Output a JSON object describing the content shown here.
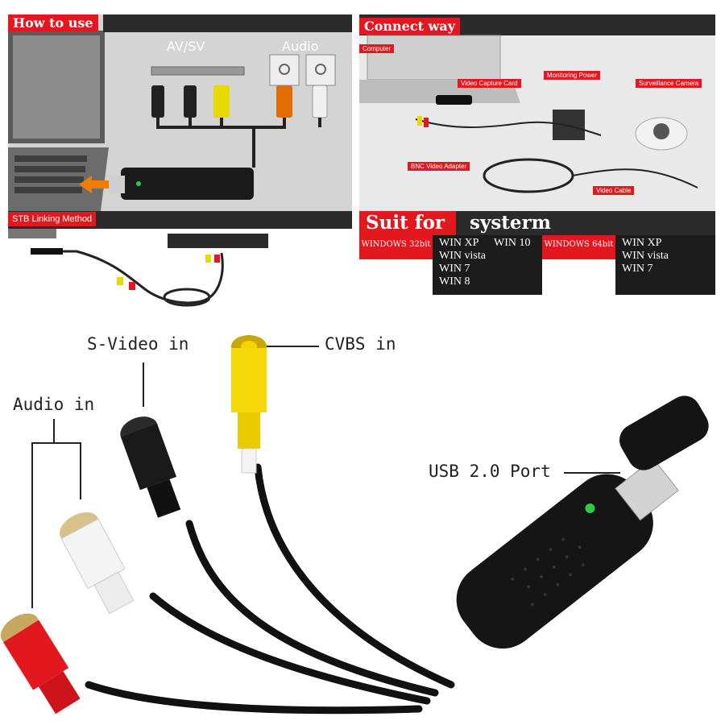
{
  "how_to_use": {
    "title": "How to use",
    "avsv_label": "AV/SV",
    "audio_label": "Audio",
    "stb_label": "STB Linking Method"
  },
  "connect_way": {
    "title": "Connect way",
    "labels": {
      "computer": "Computer",
      "video_capture_card": "Video Capture Card",
      "monitoring_power": "Monitoring Power",
      "surveillance_camera": "Surveillance Camera",
      "bnc_video_adapter": "BNC Video Adapter",
      "video_cable": "Video Cable"
    }
  },
  "suit_for": {
    "title_left": "Suit for",
    "title_right": "systerm",
    "win32_label": "WINDOWS 32bit",
    "win32_items": [
      "WIN XP",
      "WIN vista",
      "WIN 7",
      "WIN 8"
    ],
    "win10_label": "WIN 10",
    "win64_label": "WINDOWS 64bit",
    "win64_items": [
      "WIN XP",
      "WIN vista",
      "WIN 7"
    ]
  },
  "product": {
    "svideo_label": "S-Video in",
    "cvbs_label": "CVBS in",
    "audio_label": "Audio in",
    "usb_label": "USB 2.0 Port"
  },
  "colors": {
    "accent_red": "#e3171e",
    "dark_bar": "#2b2b2b",
    "rca_yellow": "#f5d90a",
    "rca_red": "#e3171e",
    "rca_white": "#f4f4f4"
  },
  "icons": [
    "laptop-icon",
    "usb-dongle-icon",
    "rca-plug-icon",
    "camera-icon",
    "power-adapter-icon",
    "dvd-player-icon",
    "arrow-left-icon"
  ]
}
